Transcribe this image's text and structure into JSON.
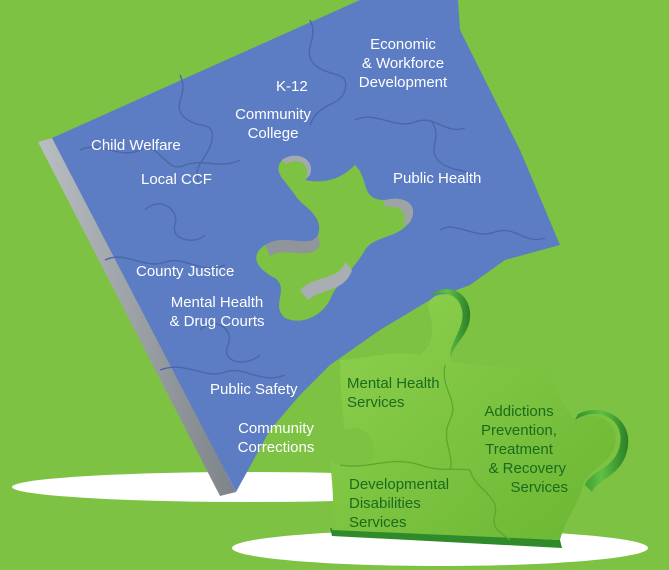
{
  "colors": {
    "background": "#7dc242",
    "blue_puzzle": "#5c7cc3",
    "blue_edge": "#9aa1a6",
    "green_puzzle": "#7cc442",
    "green_text": "#1b6b1f",
    "shadow": "#ffffff"
  },
  "blue_pieces": {
    "economic": {
      "line1": "Economic",
      "line2": "& Workforce",
      "line3": "Development"
    },
    "k12": "K-12",
    "community_college": {
      "line1": "Community",
      "line2": "College"
    },
    "child_welfare": "Child Welfare",
    "local_ccf": "Local CCF",
    "public_health": "Public Health",
    "county_justice": "County Justice",
    "mental_health_courts": {
      "line1": "Mental Health",
      "line2": "& Drug Courts"
    },
    "public_safety": "Public Safety",
    "community_corrections": {
      "line1": "Community",
      "line2": "Corrections"
    }
  },
  "green_piece": {
    "mental_health_services": {
      "line1": "Mental Health",
      "line2": "Services"
    },
    "addictions": {
      "line1": "Addictions",
      "line2": "Prevention,",
      "line3": "Treatment",
      "line4": "& Recovery",
      "line5": "Services"
    },
    "developmental_disabilities": {
      "line1": "Developmental",
      "line2": "Disabilities",
      "line3": "Services"
    }
  }
}
